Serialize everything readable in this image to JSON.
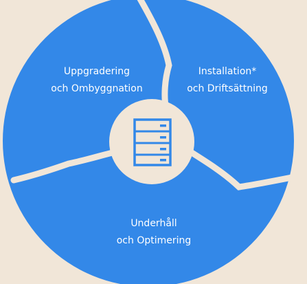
{
  "colors": {
    "background": "#f1e6d8",
    "segment_fill": "#3388e8",
    "divider": "#f1e6d8",
    "hub_fill": "#f1e6d8",
    "icon_fill": "#3388e8"
  },
  "segments": [
    {
      "line1": "Uppgradering",
      "line2": "och Ombyggnation"
    },
    {
      "line1": "Installation*",
      "line2": "och Driftsättning"
    },
    {
      "line1": "Underhåll",
      "line2": "och Optimering"
    }
  ],
  "hub": {
    "icon": "server-rack-icon"
  }
}
